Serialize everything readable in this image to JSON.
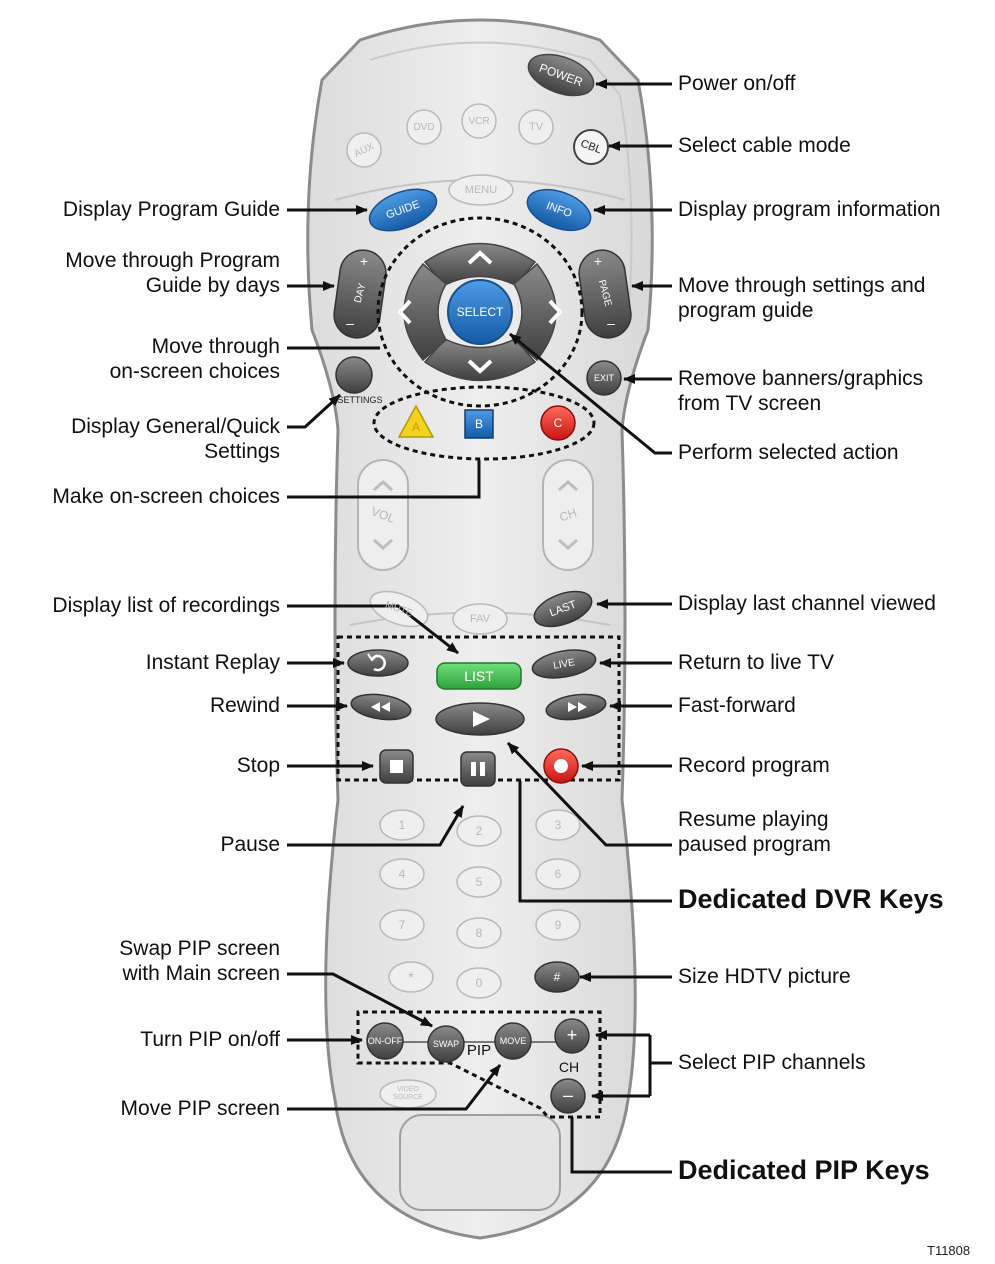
{
  "remote_keys": {
    "power": "POWER",
    "aux": "AUX",
    "dvd": "DVD",
    "vcr": "VCR",
    "tv": "TV",
    "cbl": "CBL",
    "guide": "GUIDE",
    "menu": "MENU",
    "info": "INFO",
    "day": "DAY",
    "page": "PAGE",
    "select": "SELECT",
    "exit": "EXIT",
    "settings": "SETTINGS",
    "a": "A",
    "b": "B",
    "c": "C",
    "vol": "VOL",
    "ch": "CH",
    "mute": "MUTE",
    "fav": "FAV",
    "last": "LAST",
    "list": "LIST",
    "live": "LIVE",
    "digits": [
      "1",
      "2",
      "3",
      "4",
      "5",
      "6",
      "7",
      "8",
      "9",
      "*",
      "0",
      "#"
    ],
    "on_off": "ON-OFF",
    "swap": "SWAP",
    "pip": "PIP",
    "move": "MOVE",
    "pip_ch": "CH",
    "video_source": "VIDEO SOURCE",
    "plus": "+",
    "minus": "–"
  },
  "callouts": {
    "power": "Power on/off",
    "cable_mode": "Select cable mode",
    "program_guide": "Display Program Guide",
    "program_info": "Display program information",
    "guide_days_1": "Move through Program",
    "guide_days_2": "Guide by days",
    "settings_guide_1": "Move through settings and",
    "settings_guide_2": "program guide",
    "onscreen_1": "Move through",
    "onscreen_2": "on-screen choices",
    "remove_banners_1": "Remove banners/graphics",
    "remove_banners_2": "from TV screen",
    "general_settings_1": "Display General/Quick",
    "general_settings_2": "Settings",
    "selected_action": "Perform selected action",
    "make_choices": "Make on-screen choices",
    "list_recordings": "Display list of recordings",
    "last_channel": "Display last channel viewed",
    "instant_replay": "Instant Replay",
    "live_tv": "Return to live TV",
    "rewind": "Rewind",
    "fast_forward": "Fast-forward",
    "stop": "Stop",
    "record": "Record program",
    "resume_1": "Resume playing",
    "resume_2": "paused program",
    "pause": "Pause",
    "dvr_keys": "Dedicated DVR Keys",
    "swap_pip_1": "Swap PIP screen",
    "swap_pip_2": "with Main screen",
    "size_hdtv": "Size HDTV picture",
    "pip_onoff": "Turn PIP on/off",
    "pip_channels": "Select PIP channels",
    "move_pip": "Move PIP screen",
    "pip_keys": "Dedicated PIP Keys"
  },
  "figure_id": "T11808",
  "colors": {
    "body": "#e6e6e6",
    "outline": "#888888",
    "dark_key": "#555555",
    "blue_key": "#1e6fc0",
    "green_key": "#3cbf4a",
    "red_key": "#e02424",
    "yellow_key": "#f5d21f"
  }
}
